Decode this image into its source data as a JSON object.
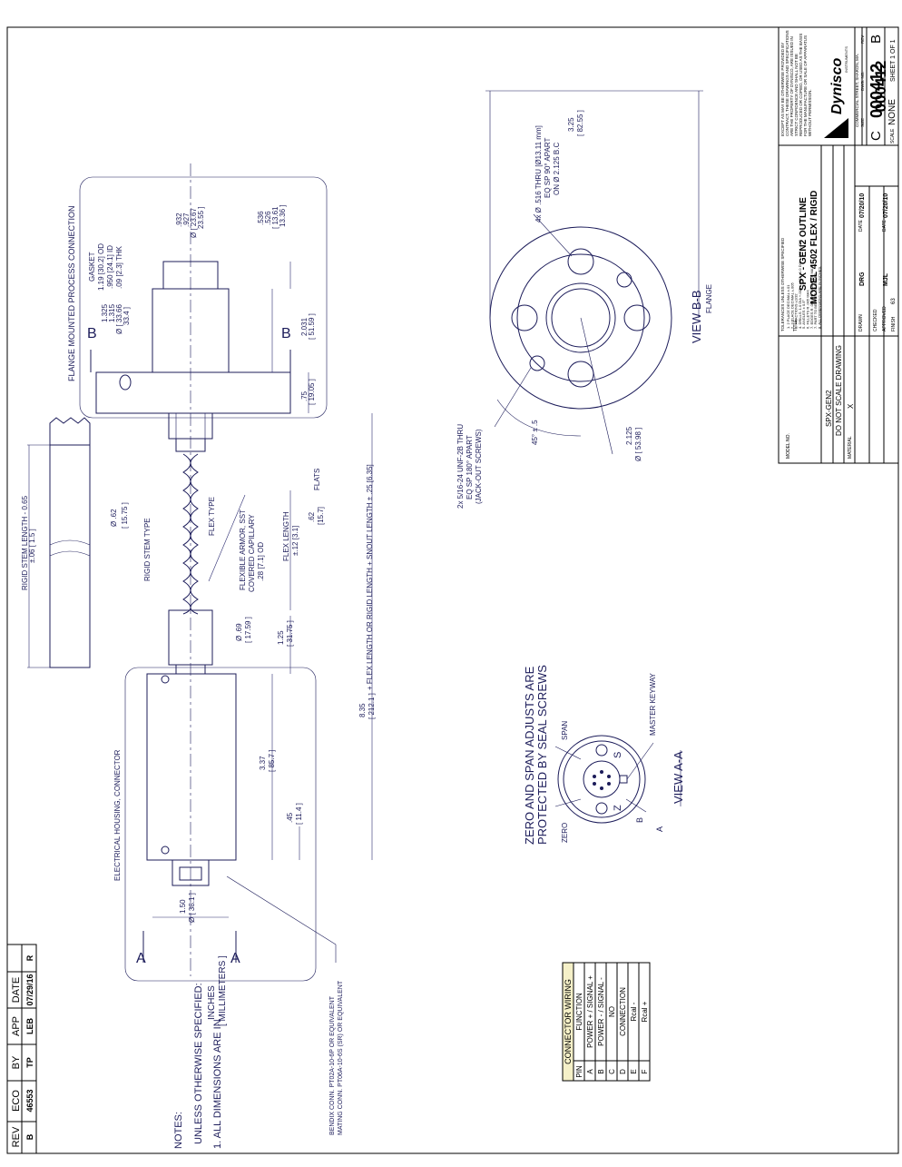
{
  "doc_number": "000412",
  "revision_block": {
    "headers": [
      "REV",
      "ECO",
      "BY",
      "APP",
      "DATE"
    ],
    "row": [
      "B",
      "46553",
      "TP",
      "LEB",
      "07/29/16"
    ],
    "extra": "R"
  },
  "notes": {
    "title": "NOTES:",
    "line1": "UNLESS OTHERWISE SPECIFIED:",
    "line2": "1. ALL DIMENSIONS ARE IN",
    "units1": "INCHES",
    "units2": "[ MILLIMETERS ]"
  },
  "connector_wiring": {
    "title": "CONNECTOR WIRING",
    "headers": [
      "PIN",
      "FUNCTION"
    ],
    "rows": [
      [
        "A",
        "POWER + / SIGNAL +"
      ],
      [
        "B",
        "POWER - / SIGNAL -"
      ],
      [
        "C",
        "NO"
      ],
      [
        "D",
        "CONNECTION"
      ],
      [
        "E",
        "Rcal -"
      ],
      [
        "F",
        "Rcal +"
      ]
    ]
  },
  "labels": {
    "flange_process": "FLANGE MOUNTED PROCESS CONNECTION",
    "gasket": "GASKET",
    "gasket_od": "1.19 [30.2] OD",
    "gasket_id": ".950 [24.1] ID",
    "gasket_thk": ".09 [2.3] THK",
    "rigid_stem_length": "RIGID STEM LENGTH - 0.65",
    "rigid_stem_tol": "±.06 [ 1.5 ]",
    "rigid_stem_type": "RIGID STEM TYPE",
    "flex_type": "FLEX TYPE",
    "flex_armor1": "FLEXIBLE ARMOR, SST",
    "flex_armor2": "COVERED CAPILLARY",
    "flex_armor3": ".28 [7.1] OD",
    "flex_length": "FLEX LENGTH",
    "flex_tol": "±.12 [3.1]",
    "flats": "FLATS",
    "elec_housing": "ELECTRICAL HOUSING, CONNECTOR",
    "total_len": "+ FLEX LENGTH OR RIGID LENGTH + SNOUT LENGTH ± .25 [6.35]",
    "bendix1": "BENDIX CONN. PT02A-10-6P OR EQUIVALENT",
    "bendix2": "MATING CONN. PT06A-10-6S (SR) OR EQUIVALENT",
    "zero_span1": "ZERO AND SPAN ADJUSTS ARE",
    "zero_span2": "PROTECTED BY SEAL SCREWS",
    "zero": "ZERO",
    "span": "SPAN",
    "master_keyway": "MASTER KEYWAY",
    "view_aa": "VIEW A-A",
    "view_bb": "VIEW B-B",
    "flange": "FLANGE",
    "thru1": "4x Ø .516 THRU [Ø13.11 mm]",
    "thru2": "EQ SP 90° APART",
    "thru3": "ON Ø 2.125 B.C",
    "unf1": "2x 5/16-24 UNF-2B THRU",
    "unf2": "EQ SP 180° APART",
    "unf3": "(JACK-OUT SCREWS)",
    "sec_a": "A",
    "sec_b": "B",
    "pin_a": "A",
    "pin_b": "B",
    "pin_s": "S",
    "pin_z": "Z"
  },
  "dimensions": {
    "d1325": "1.325",
    "d1315": "1.315",
    "d1325mm": "Ø [ 33.66",
    "d1315mm": "33.4 ]",
    "d932": ".932",
    "d927": ".927",
    "d932mm": "Ø [ 23.67",
    "d927mm": "23.55 ]",
    "d536": ".536",
    "d526": ".526",
    "d536mm": "[ 13.61",
    "d526mm": "13.36 ]",
    "d2031": "2.031",
    "d2031mm": "[ 51.59 ]",
    "d75": ".75",
    "d75mm": "[ 19.05 ]",
    "d62a": "Ø .62",
    "d62amm": "[ 15.75 ]",
    "d62b": ".62",
    "d62bmm": "[15.7]",
    "d69": "Ø .69",
    "d69mm": "[ 17.59 ]",
    "d125": "1.25",
    "d125mm": "[ 31.75 ]",
    "d337": "3.37",
    "d337mm": "[ 85.7 ]",
    "d45": ".45",
    "d45mm": "[ 11.4 ]",
    "d150": "1.50",
    "d150mm": "Ø [ 38.1 ]",
    "d835": "8.35",
    "d835mm": "[ 212.1 ]",
    "d325": "3.25",
    "d325mm": "[ 82.55 ]",
    "d2125": "2.125",
    "d2125mm": "Ø [ 53.98 ]",
    "d45deg": "45° ± .5"
  },
  "title_block": {
    "disclaimer": [
      "EXCEPT AS MAY BE OTHERWISE PROVIDED BY",
      "CONTRACT, THESE DRAWINGS AND SPECIFICATIONS",
      "ARE THE PROPERTY OF DYNISCO, ARE ISSUED IN",
      "STRICT CONFIDENCE AND SHALL NOT BE",
      "REPRODUCED OR COPIED, OR USED AS THE BASIS",
      "FOR THE MANUFACTURE OR SALE OF APPARATUS",
      "WITHOUT PERMISSION."
    ],
    "company": "Dynisco",
    "company_sub": "INSTRUMENTS",
    "address": "COMMERCIAL STREET, SHARON, MA.",
    "tolerances_title": "TOLERANCES UNLESS OTHERWISE SPECIFIED",
    "tolerances": [
      "1. 2 PLACE DECIMAL ±.01",
      "2. 3 PLACE DECIMAL ±.005",
      "3. FRACTIONS ±1/32",
      "4. DRILLS: 1.0 DIA +.005 / -.002   >1.0 DIA +.008 / -.003",
      "5. ANGLES ± 0.5°",
      "6. FILLETS R .005 MAX",
      "7. EDGES R .005 OR CHAMFER MAX",
      "7. PART TO BE FREE OF BURRS",
      "8. ALL DIMENSIONS ARE IN INCHES."
    ],
    "title_label": "TITLE",
    "title1": "SPX - GEN2 OUTLINE",
    "title2": "MODEL 4502 FLEX / RIGID",
    "drawn": "DRAWN",
    "drawn_by": "DRG",
    "date_label": "DATE",
    "drawn_date": "07/20/10",
    "checked": "CHECKED",
    "approved": "APPROVED",
    "approved_by": "MJL",
    "approved_date": "07/20/10",
    "finish": "FINISH",
    "finish_value": "63",
    "model_no": "MODEL NO.",
    "model_value": "SPX-GEN2",
    "do_not_scale": "DO NOT SCALE DRAWING",
    "material": "MATERIAL",
    "material_value": "X",
    "size_label": "SIZE",
    "size": "C",
    "dwg_no_label": "DWG. NO.",
    "dwg_no": "000412",
    "rev_label": "REV",
    "rev": "B",
    "scale_label": "SCALE",
    "scale": "NONE",
    "sheet": "SHEET 1 OF 1"
  }
}
